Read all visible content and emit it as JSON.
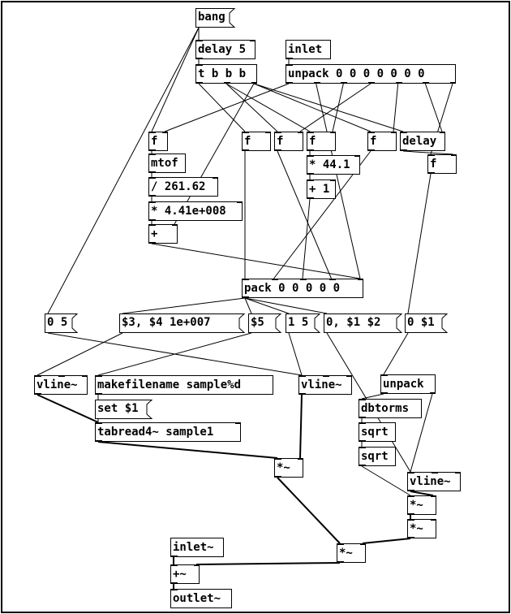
{
  "colors": {
    "stroke": "#000000",
    "background": "#ffffff"
  },
  "objects": [
    {
      "id": "bang",
      "kind": "msg",
      "text": "bang"
    },
    {
      "id": "delay5",
      "kind": "obj",
      "text": "delay 5"
    },
    {
      "id": "inlet1",
      "kind": "obj",
      "text": "inlet"
    },
    {
      "id": "tbbb",
      "kind": "obj",
      "text": "t b b b"
    },
    {
      "id": "unpack8",
      "kind": "obj",
      "text": "unpack 0 0 0 0 0 0 0"
    },
    {
      "id": "f1",
      "kind": "obj",
      "text": "f"
    },
    {
      "id": "f2",
      "kind": "obj",
      "text": "f"
    },
    {
      "id": "f3",
      "kind": "obj",
      "text": "f"
    },
    {
      "id": "f4",
      "kind": "obj",
      "text": "f"
    },
    {
      "id": "f5",
      "kind": "obj",
      "text": "f"
    },
    {
      "id": "delay",
      "kind": "obj",
      "text": "delay"
    },
    {
      "id": "f6",
      "kind": "obj",
      "text": "f"
    },
    {
      "id": "mtof",
      "kind": "obj",
      "text": "mtof"
    },
    {
      "id": "mul441",
      "kind": "obj",
      "text": "* 44.1"
    },
    {
      "id": "div",
      "kind": "obj",
      "text": "/ 261.62"
    },
    {
      "id": "plus1",
      "kind": "obj",
      "text": "+ 1"
    },
    {
      "id": "mulbig",
      "kind": "obj",
      "text": "* 4.41e+008"
    },
    {
      "id": "plus",
      "kind": "obj",
      "text": "+"
    },
    {
      "id": "pack",
      "kind": "obj",
      "text": "pack 0 0 0 0 0"
    },
    {
      "id": "msg05",
      "kind": "msg",
      "text": "0 5"
    },
    {
      "id": "msg34",
      "kind": "msg",
      "text": "$3, $4 1e+007"
    },
    {
      "id": "msg5",
      "kind": "msg",
      "text": "$5"
    },
    {
      "id": "msg15",
      "kind": "msg",
      "text": "1 5"
    },
    {
      "id": "msg01",
      "kind": "msg",
      "text": "0, $1 $2"
    },
    {
      "id": "msg0s1",
      "kind": "msg",
      "text": "0 $1"
    },
    {
      "id": "vline1",
      "kind": "obj",
      "text": "vline~"
    },
    {
      "id": "makefn",
      "kind": "obj",
      "text": "makefilename sample%d"
    },
    {
      "id": "vline2",
      "kind": "obj",
      "text": "vline~"
    },
    {
      "id": "unpack2",
      "kind": "obj",
      "text": "unpack"
    },
    {
      "id": "set1",
      "kind": "msg",
      "text": "set $1"
    },
    {
      "id": "dbtorms",
      "kind": "obj",
      "text": "dbtorms"
    },
    {
      "id": "tabread",
      "kind": "obj",
      "text": "tabread4~ sample1"
    },
    {
      "id": "sqrt1",
      "kind": "obj",
      "text": "sqrt"
    },
    {
      "id": "sqrt2",
      "kind": "obj",
      "text": "sqrt"
    },
    {
      "id": "mul1",
      "kind": "obj",
      "text": "*~"
    },
    {
      "id": "vline3",
      "kind": "obj",
      "text": "vline~"
    },
    {
      "id": "mul2",
      "kind": "obj",
      "text": "*~"
    },
    {
      "id": "mul3",
      "kind": "obj",
      "text": "*~"
    },
    {
      "id": "inlet2",
      "kind": "obj",
      "text": "inlet~"
    },
    {
      "id": "mul4",
      "kind": "obj",
      "text": "*~"
    },
    {
      "id": "plusS",
      "kind": "obj",
      "text": "+~"
    },
    {
      "id": "outlet",
      "kind": "obj",
      "text": "outlet~"
    }
  ]
}
